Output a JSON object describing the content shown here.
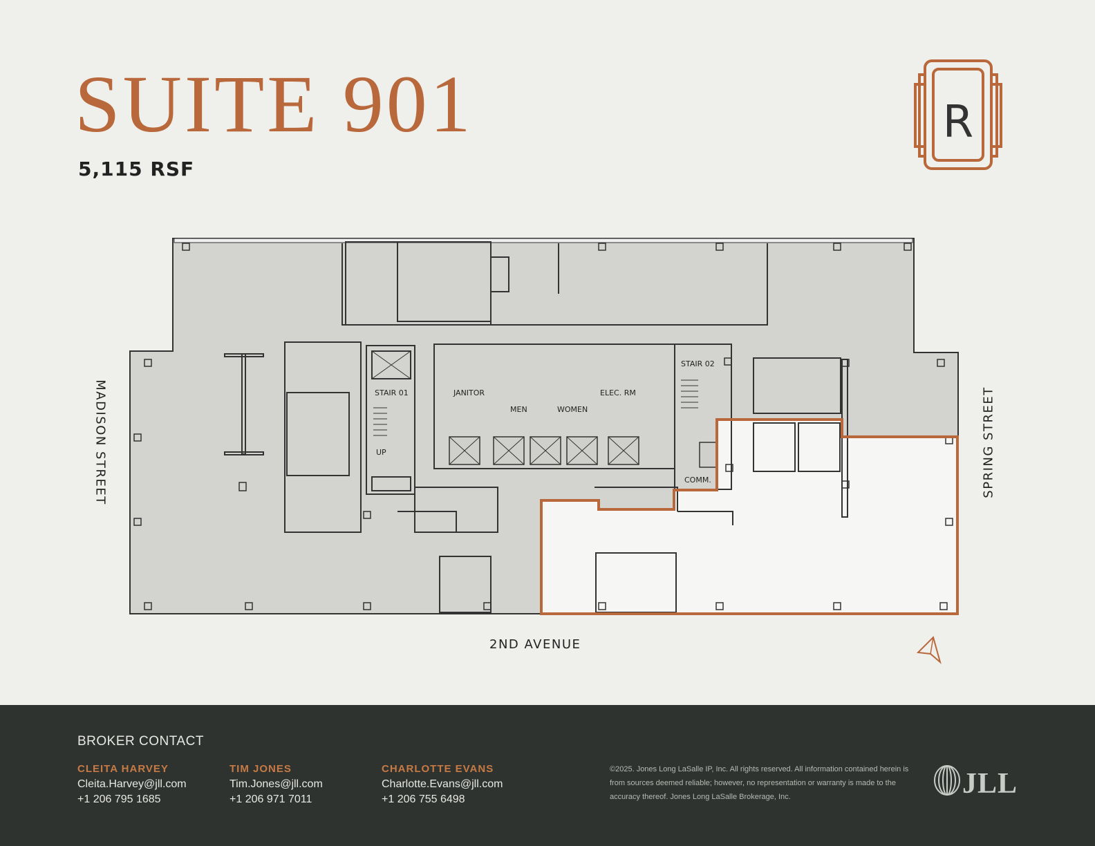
{
  "header": {
    "title": "SUITE 901",
    "area": "5,115 RSF"
  },
  "plan": {
    "rooms": {
      "stair_01": "STAIR 01",
      "stair_02": "STAIR 02",
      "up": "UP",
      "janitor": "JANITOR",
      "men": "MEN",
      "women": "WOMEN",
      "elec": "ELEC. RM",
      "comm": "COMM."
    },
    "streets": {
      "west": "MADISON STREET",
      "east": "SPRING STREET",
      "south": "2ND AVENUE"
    },
    "colors": {
      "suite_outline": "#b8683a",
      "common_fill": "#d0d0cc",
      "wall": "#333333"
    }
  },
  "logo": {
    "letter": "R",
    "icon": "building-r-monogram-icon"
  },
  "footer": {
    "heading": "BROKER CONTACT",
    "brokers": [
      {
        "name": "CLEITA HARVEY",
        "email": "Cleita.Harvey@jll.com",
        "phone": "+1 206 795 1685"
      },
      {
        "name": "TIM JONES",
        "email": "Tim.Jones@jll.com",
        "phone": "+1 206 971 7011"
      },
      {
        "name": "CHARLOTTE EVANS",
        "email": "Charlotte.Evans@jll.com",
        "phone": "+1 206 755 6498"
      }
    ],
    "legal": "©2025. Jones Long LaSalle IP, Inc. All rights reserved. All information contained herein is from sources deemed reliable; however, no representation or warranty is made to the accuracy thereof. Jones Long LaSalle Brokerage, Inc.",
    "jll_logo": "JLL"
  }
}
